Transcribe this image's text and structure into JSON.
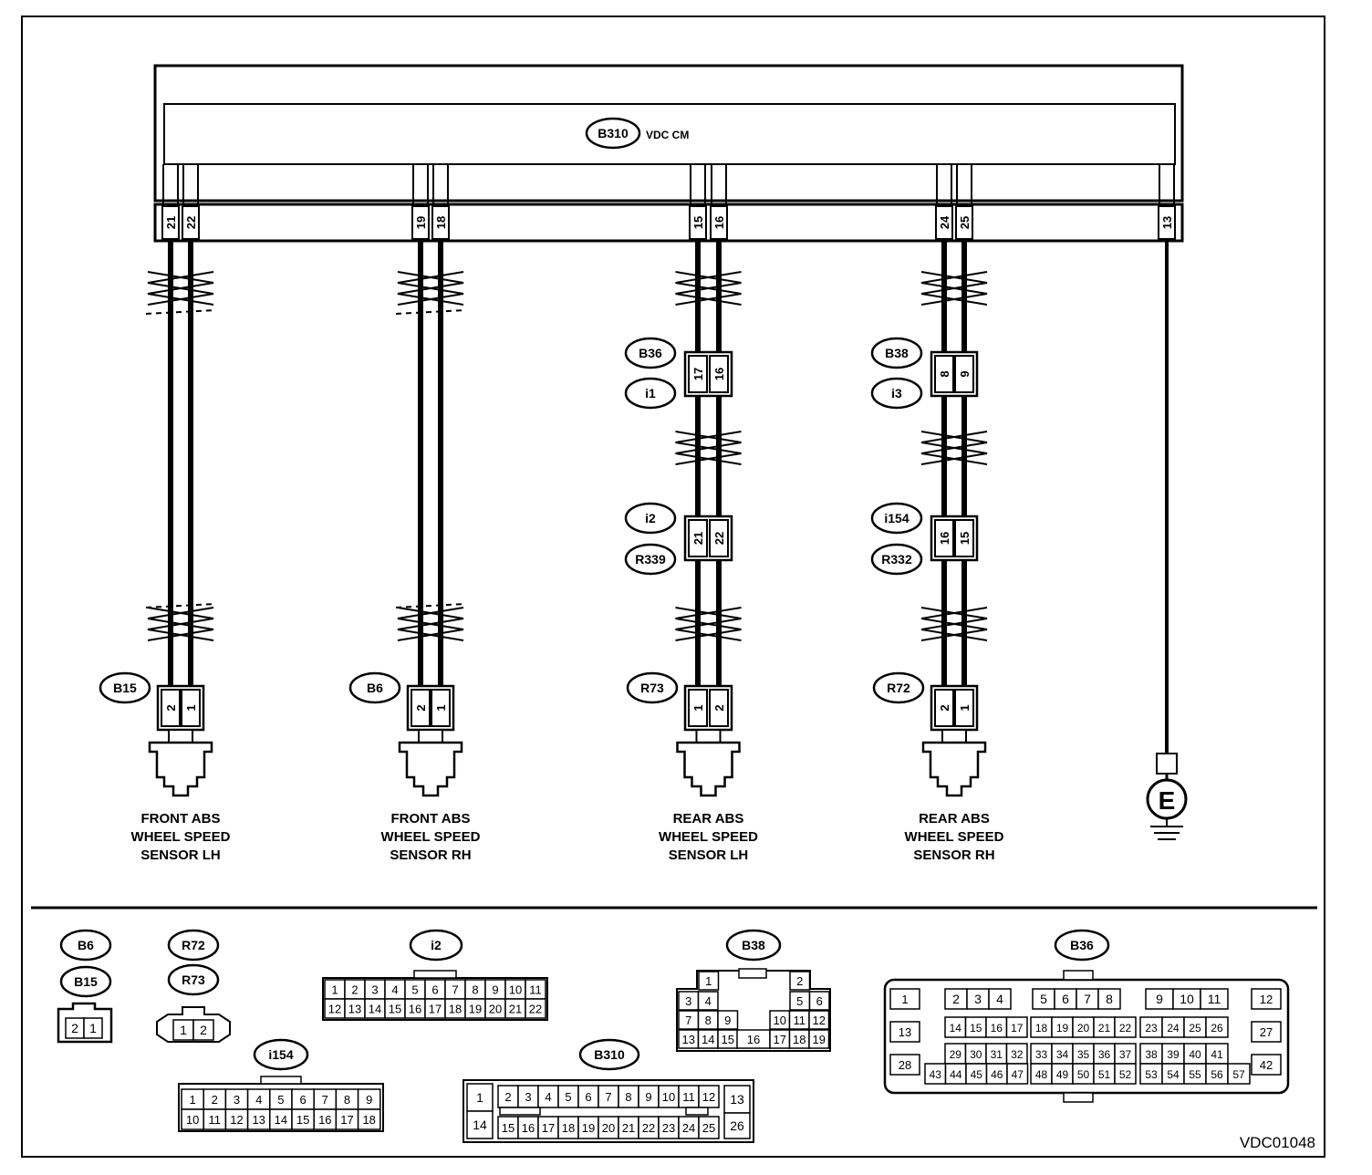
{
  "control_module": {
    "id": "B310",
    "name": "VDC CM"
  },
  "control_pins": [
    "21",
    "22",
    "19",
    "18",
    "15",
    "16",
    "24",
    "25",
    "13"
  ],
  "sensors": [
    {
      "connector": "B15",
      "pins": [
        "2",
        "1"
      ],
      "label": [
        "FRONT ABS",
        "WHEEL SPEED",
        "SENSOR LH"
      ]
    },
    {
      "connector": "B6",
      "pins": [
        "2",
        "1"
      ],
      "label": [
        "FRONT ABS",
        "WHEEL SPEED",
        "SENSOR RH"
      ]
    },
    {
      "connector": "R73",
      "pins": [
        "1",
        "2"
      ],
      "label": [
        "REAR ABS",
        "WHEEL SPEED",
        "SENSOR LH"
      ]
    },
    {
      "connector": "R72",
      "pins": [
        "2",
        "1"
      ],
      "label": [
        "REAR ABS",
        "WHEEL SPEED",
        "SENSOR RH"
      ]
    }
  ],
  "junctions": [
    {
      "top": "B36",
      "bottom": "i1",
      "pins": [
        "17",
        "16"
      ]
    },
    {
      "top": "i2",
      "bottom": "R339",
      "pins": [
        "21",
        "22"
      ]
    },
    {
      "top": "B38",
      "bottom": "i3",
      "pins": [
        "8",
        "9"
      ]
    },
    {
      "top": "i154",
      "bottom": "R332",
      "pins": [
        "16",
        "15"
      ]
    }
  ],
  "ground": {
    "symbol": "E"
  },
  "connector_views": {
    "b6_b15": {
      "labels": [
        "B6",
        "B15"
      ],
      "pins": [
        "2",
        "1"
      ]
    },
    "r72_r73": {
      "labels": [
        "R72",
        "R73"
      ],
      "pins": [
        "1",
        "2"
      ]
    },
    "i2": {
      "label": "i2",
      "row1": [
        "1",
        "2",
        "3",
        "4",
        "5",
        "6",
        "7",
        "8",
        "9",
        "10",
        "11"
      ],
      "row2": [
        "12",
        "13",
        "14",
        "15",
        "16",
        "17",
        "18",
        "19",
        "20",
        "21",
        "22"
      ]
    },
    "i154": {
      "label": "i154",
      "row1": [
        "1",
        "2",
        "3",
        "4",
        "5",
        "6",
        "7",
        "8",
        "9"
      ],
      "row2": [
        "10",
        "11",
        "12",
        "13",
        "14",
        "15",
        "16",
        "17",
        "18"
      ]
    },
    "b38": {
      "label": "B38",
      "row1": [
        "1",
        "2"
      ],
      "row2": [
        "3",
        "4",
        "5",
        "6"
      ],
      "row3": [
        "7",
        "8",
        "9",
        "10",
        "11",
        "12"
      ],
      "row4": [
        "13",
        "14",
        "15",
        "16",
        "17",
        "18",
        "19"
      ]
    },
    "b310": {
      "label": "B310",
      "left": [
        "1",
        "14"
      ],
      "row1": [
        "2",
        "3",
        "4",
        "5",
        "6",
        "7",
        "8",
        "9",
        "10",
        "11",
        "12"
      ],
      "row2": [
        "15",
        "16",
        "17",
        "18",
        "19",
        "20",
        "21",
        "22",
        "23",
        "24",
        "25"
      ],
      "right": [
        "13",
        "26"
      ]
    },
    "b36": {
      "label": "B36",
      "left": [
        "1",
        "13",
        "28"
      ],
      "right": [
        "12",
        "27",
        "42"
      ],
      "r1": [
        "2",
        "3",
        "4",
        "5",
        "6",
        "7",
        "8",
        "9",
        "10",
        "11"
      ],
      "r2": [
        "14",
        "15",
        "16",
        "17",
        "18",
        "19",
        "20",
        "21",
        "22",
        "23",
        "24",
        "25",
        "26"
      ],
      "r3": [
        "29",
        "30",
        "31",
        "32",
        "33",
        "34",
        "35",
        "36",
        "37",
        "38",
        "39",
        "40",
        "41"
      ],
      "r4": [
        "43",
        "44",
        "45",
        "46",
        "47",
        "48",
        "49",
        "50",
        "51",
        "52",
        "53",
        "54",
        "55",
        "56",
        "57"
      ]
    }
  },
  "diagram_code": "VDC01048"
}
